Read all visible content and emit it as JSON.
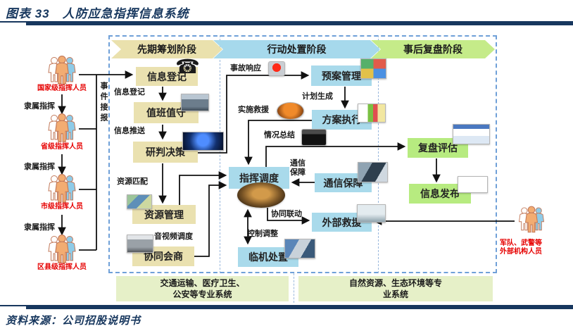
{
  "header": {
    "figure_label": "图表 33",
    "title": "人防应急指挥信息系统"
  },
  "footer": {
    "source": "资料来源：公司招股说明书"
  },
  "phases": {
    "p1": "先期筹划阶段",
    "p2": "行动处置阶段",
    "p3": "事后复盘阶段"
  },
  "personnel": {
    "national": "国家级指挥人员",
    "provincial": "省级指挥人员",
    "municipal": "市级指挥人员",
    "county": "区县级指挥人员",
    "subordinate": "隶属指挥",
    "event_report": "事件接报",
    "external": "军队、武警等\n外部机构人员"
  },
  "nodes": {
    "info_register": "信息登记",
    "duty": "值班值守",
    "judge": "研判决策",
    "resource": "资源管理",
    "consult": "协同会商",
    "plan_mgmt": "预案管理",
    "plan_exec": "方案执行",
    "command": "指挥调度",
    "comm": "通信保障",
    "external_rescue": "外部救援",
    "improvise": "临机处置",
    "review": "复盘评估",
    "publish": "信息发布"
  },
  "edges": {
    "info_register": "信息登记",
    "info_push": "信息推送",
    "resource_match": "资源匹配",
    "av_dispatch": "音视频调度",
    "incident_response": "事故响应",
    "plan_generate": "计划生成",
    "implement_rescue": "实施救援",
    "situation_summary": "情况总结",
    "comm_support": "通信\n保障",
    "joint_linkage": "协同联动",
    "control_adjust": "控制调整"
  },
  "bottom_systems": {
    "left": "交通运输、医疗卫生、\n公安等专业系统",
    "right": "自然资源、生态环境等专\n业系统"
  },
  "icons": [
    "telephone-icon",
    "meeting-room-photo",
    "control-screen-photo",
    "map-photo",
    "av-device-photo",
    "plans-grid-photo",
    "spreadsheet-photo",
    "command-center-photo",
    "comm-room-photo",
    "helicopter-photo",
    "vehicles-photo",
    "webpage-photo",
    "apps-grid-photo",
    "alarm-button-icon",
    "rescue-team-photo",
    "radio-device-photo",
    "people-group-icon"
  ],
  "colors": {
    "phase1": "#EAE1AD",
    "phase2": "#A6D9EC",
    "phase3": "#C5EB89",
    "box_tan": "#EAE1B0",
    "box_blue": "#A9DAEB",
    "box_green": "#B7EB80",
    "box_bottom": "#E6F0C8",
    "title_navy": "#17375E",
    "red_label": "#E60000",
    "dashed_border": "#6FA0D8",
    "line": "#111111"
  }
}
